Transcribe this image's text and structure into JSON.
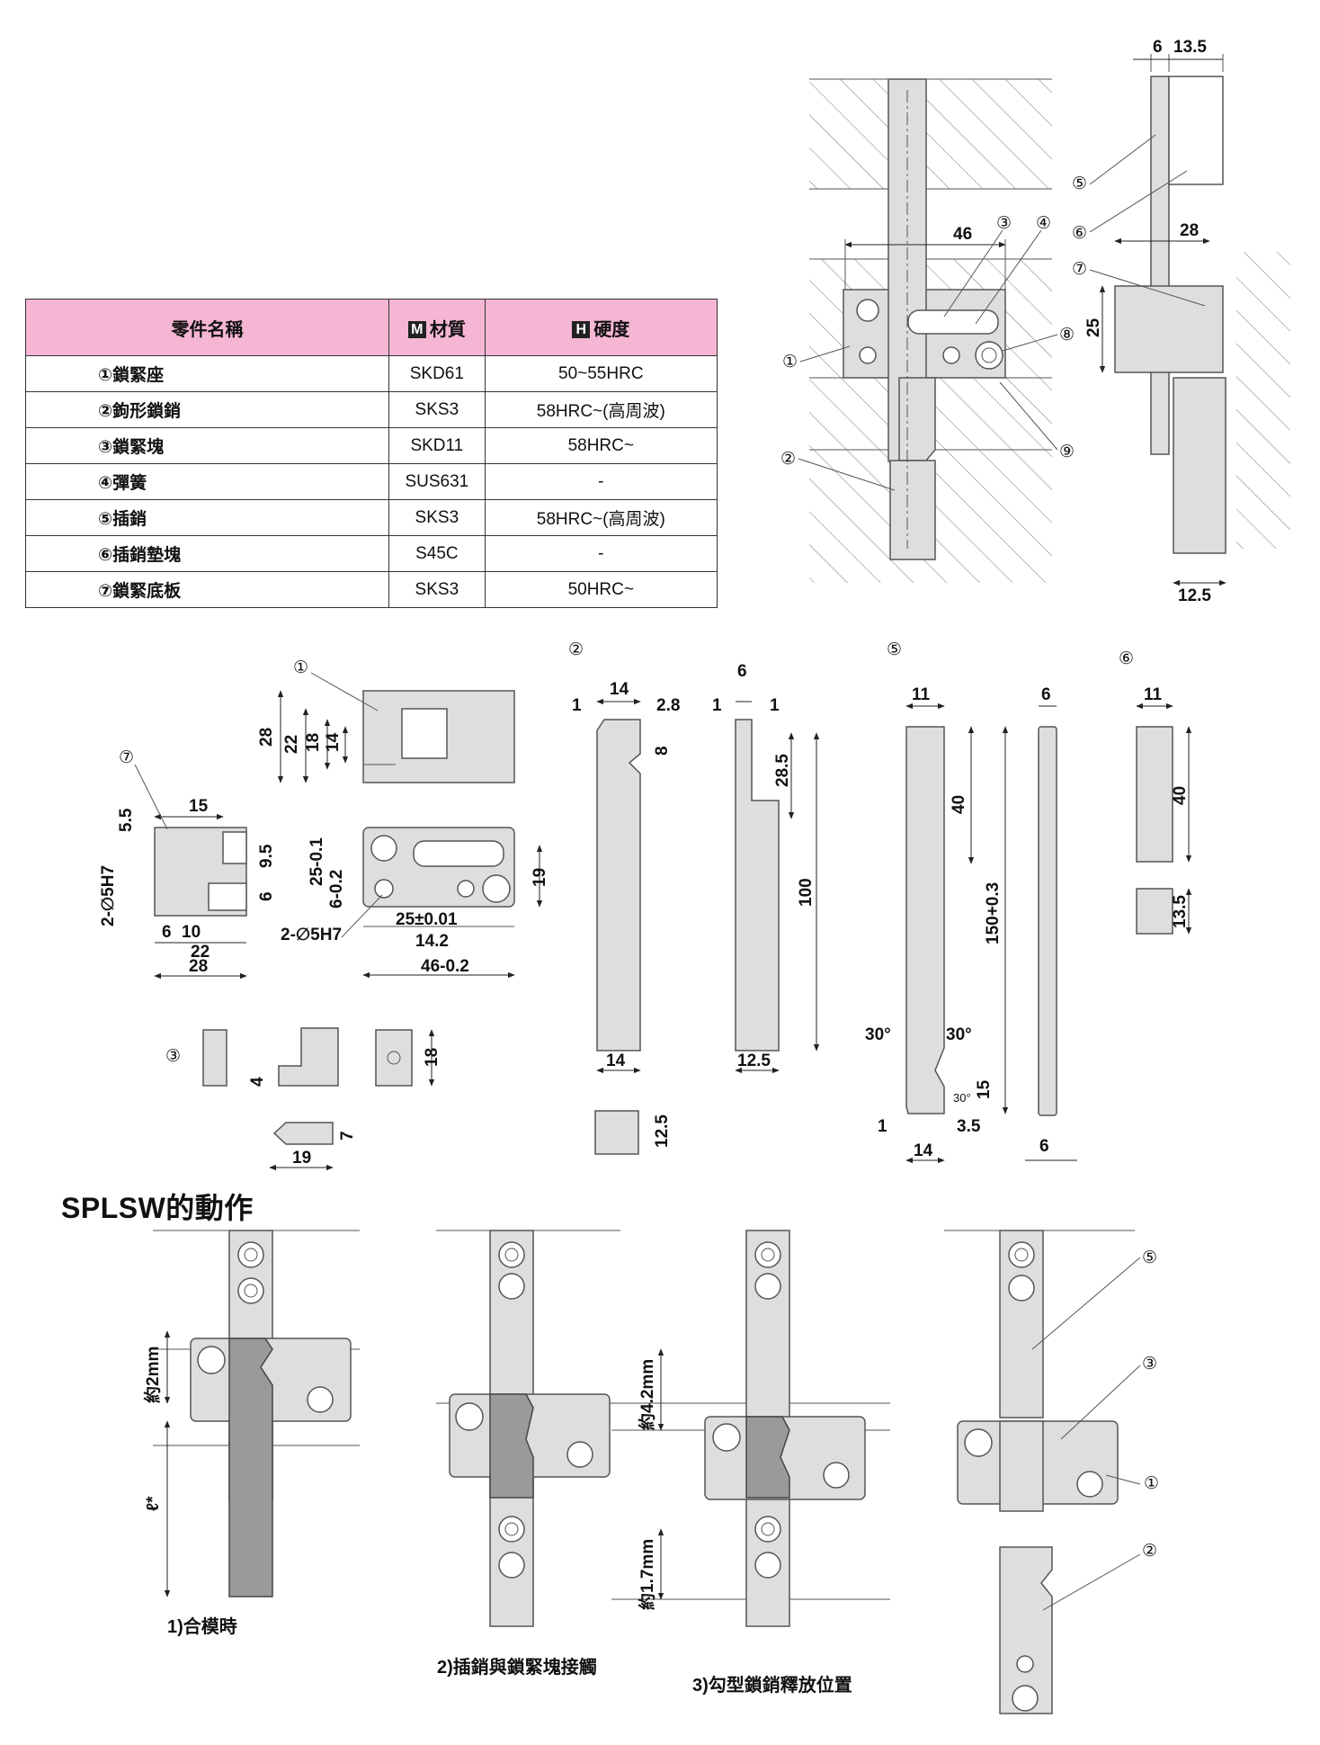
{
  "table": {
    "headers": {
      "name": "零件名稱",
      "material_box": "M",
      "material": "材質",
      "hardness_box": "H",
      "hardness": "硬度"
    },
    "rows": [
      {
        "name": "①鎖緊座",
        "material": "SKD61",
        "hardness": "50~55HRC"
      },
      {
        "name": "②鉤形鎖銷",
        "material": "SKS3",
        "hardness": "58HRC~(高周波)"
      },
      {
        "name": "③鎖緊塊",
        "material": "SKD11",
        "hardness": "58HRC~"
      },
      {
        "name": "④彈簧",
        "material": "SUS631",
        "hardness": "-"
      },
      {
        "name": "⑤插銷",
        "material": "SKS3",
        "hardness": "58HRC~(高周波)"
      },
      {
        "name": "⑥插銷墊塊",
        "material": "S45C",
        "hardness": "-"
      },
      {
        "name": "⑦鎖緊底板",
        "material": "SKS3",
        "hardness": "50HRC~"
      }
    ]
  },
  "section_title": "SPLSW的動作",
  "markers": {
    "m1": "①",
    "m2": "②",
    "m3": "③",
    "m4": "④",
    "m5": "⑤",
    "m6": "⑥",
    "m7": "⑦",
    "m8": "⑧",
    "m9": "⑨"
  },
  "dims": {
    "d6": "6",
    "d13_5": "13.5",
    "d46": "46",
    "d28": "28",
    "d25": "25",
    "d12_5": "12.5",
    "d15": "15",
    "d5_5": "5.5",
    "d9_5": "9.5",
    "d10": "10",
    "d22": "22",
    "d2phi5h7": "2-∅5H7",
    "d18": "18",
    "d14": "14",
    "d25tol": "25-0.1",
    "d6tol": "6-0.2",
    "d25pm": "25±0.01",
    "d14_2": "14.2",
    "d46tol": "46-0.2",
    "d19": "19",
    "d4": "4",
    "d7": "7",
    "d1": "1",
    "d2_8": "2.8",
    "d8": "8",
    "d28_5": "28.5",
    "d100": "100",
    "d11": "11",
    "d40": "40",
    "d150": "150+0.3",
    "d30deg": "30°",
    "d3_5": "3.5",
    "d30s": "30°"
  },
  "captions": {
    "step1": "1)合模時",
    "step2": "2)插銷與鎖緊塊接觸",
    "step3": "3)勾型鎖銷釋放位置",
    "approx2": "約2mm",
    "approx4_2": "約4.2mm",
    "approx1_7": "約1.7mm",
    "ell": "ℓ*"
  }
}
